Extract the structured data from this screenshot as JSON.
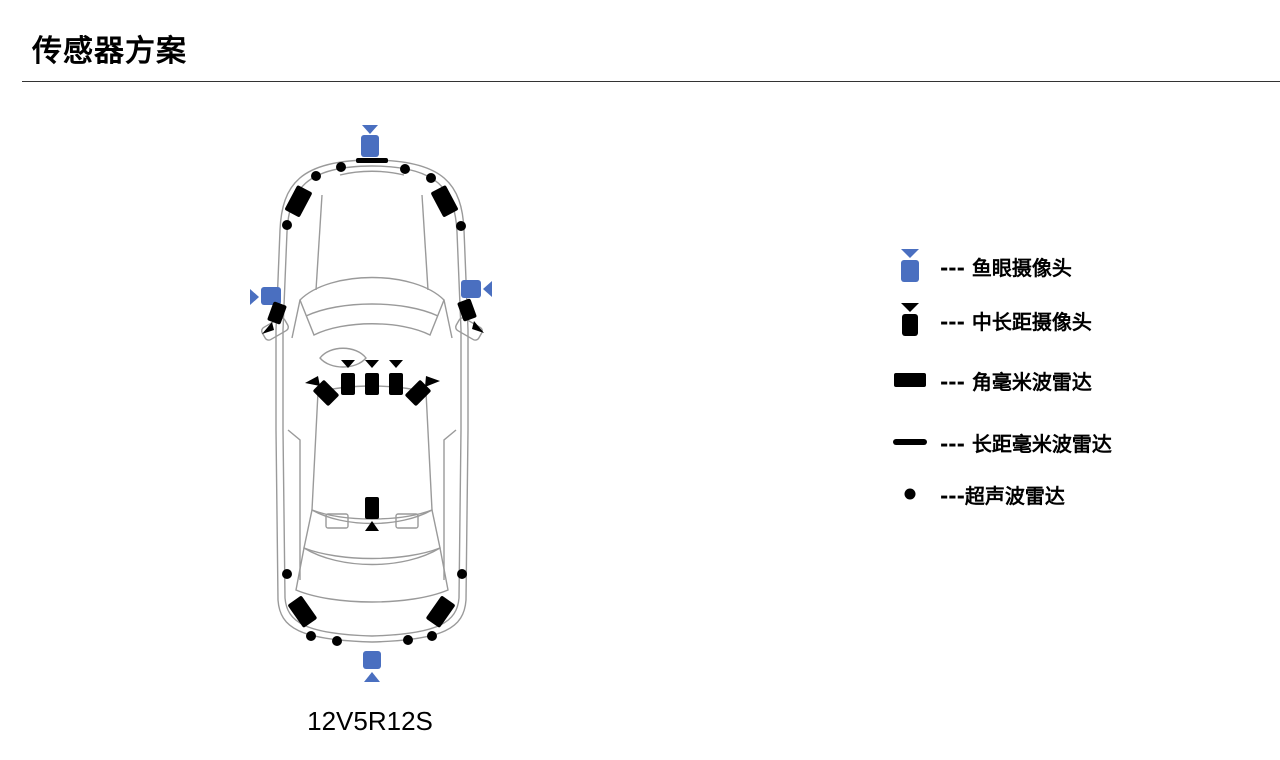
{
  "header": {
    "title": "传感器方案"
  },
  "diagram": {
    "config_code": "12V5R12S"
  },
  "legend": {
    "items": [
      {
        "icon": "fisheye-camera-icon",
        "label": "--- 鱼眼摄像头"
      },
      {
        "icon": "mid-long-range-camera-icon",
        "label": "--- 中长距摄像头"
      },
      {
        "icon": "corner-mmwave-radar-icon",
        "label": "--- 角毫米波雷达"
      },
      {
        "icon": "long-range-mmwave-radar-icon",
        "label": "--- 长距毫米波雷达"
      },
      {
        "icon": "ultrasonic-radar-icon",
        "label": "---超声波雷达"
      }
    ]
  },
  "colors": {
    "fisheye": "#4a6fc0",
    "sensor": "#000000",
    "car_outline": "#9a9a9a"
  }
}
